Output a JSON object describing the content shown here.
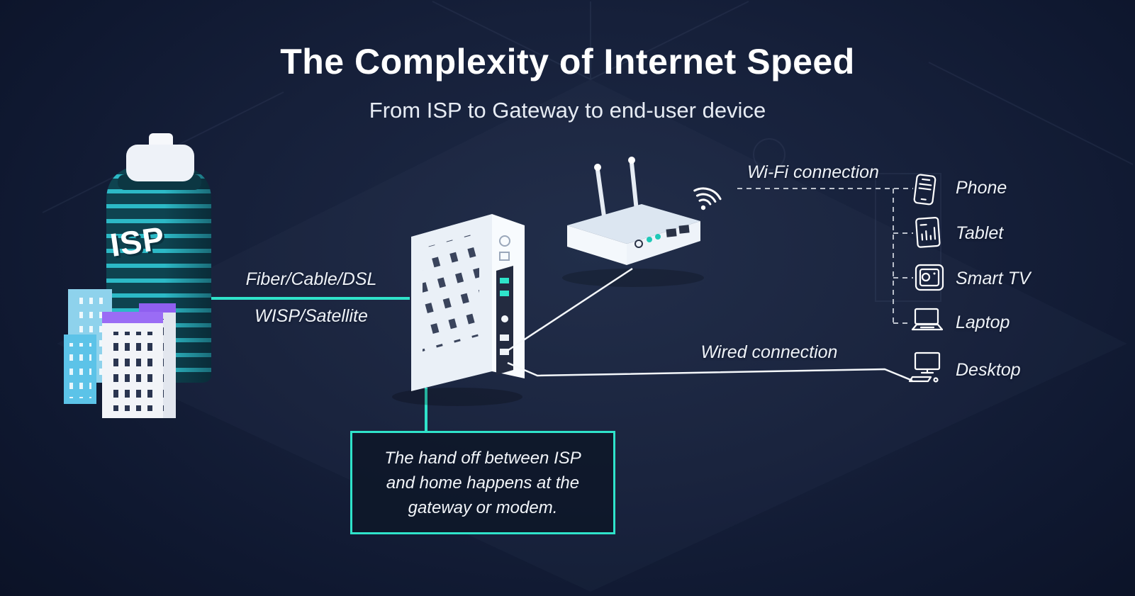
{
  "title": "The Complexity of Internet Speed",
  "subtitle": "From ISP to Gateway to end-user device",
  "isp": {
    "label": "ISP",
    "icon": "isp-building-icon"
  },
  "connections": {
    "isp_to_gateway": {
      "label_line1": "Fiber/Cable/DSL",
      "label_line2": "WISP/Satellite",
      "style": "solid-teal"
    },
    "wifi": {
      "label": "Wi-Fi connection",
      "style": "dashed-white",
      "icon": "wifi-signal-icon"
    },
    "wired": {
      "label": "Wired connection",
      "style": "solid-white"
    }
  },
  "gateway": {
    "icon": "modem-gateway-icon"
  },
  "router": {
    "icon": "wifi-router-icon"
  },
  "devices": [
    {
      "label": "Phone",
      "icon": "phone-icon",
      "connection": "wifi"
    },
    {
      "label": "Tablet",
      "icon": "tablet-icon",
      "connection": "wifi"
    },
    {
      "label": "Smart TV",
      "icon": "smart-tv-icon",
      "connection": "wifi"
    },
    {
      "label": "Laptop",
      "icon": "laptop-icon",
      "connection": "wifi"
    },
    {
      "label": "Desktop",
      "icon": "desktop-icon",
      "connection": "wired"
    }
  ],
  "callout": {
    "text": "The hand off between ISP and home happens at the gateway or modem."
  },
  "colors": {
    "accent_teal": "#2FE3CA",
    "background": "#141D33",
    "text": "#FFFFFF",
    "purple_accent": "#9A6CF5",
    "blue_building": "#84CBE8",
    "isp_stripe": "#2CB9C6"
  }
}
